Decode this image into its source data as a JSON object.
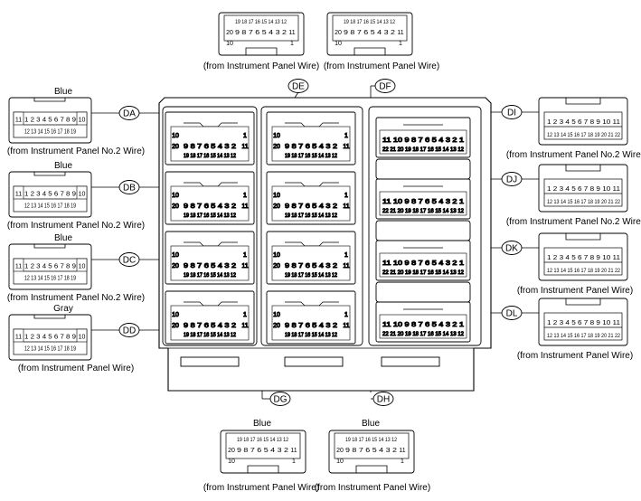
{
  "connectors": {
    "DA": {
      "code": "DA",
      "color": "Blue",
      "from": "(from Instrument Panel No.2 Wire)"
    },
    "DB": {
      "code": "DB",
      "color": "Blue",
      "from": "(from Instrument Panel No.2 Wire)"
    },
    "DC": {
      "code": "DC",
      "color": "Blue",
      "from": "(from Instrument Panel No.2 Wire)"
    },
    "DD": {
      "code": "DD",
      "color": "Gray",
      "from": "(from Instrument Panel Wire)"
    },
    "DE": {
      "code": "DE",
      "from": "(from Instrument Panel Wire)"
    },
    "DF": {
      "code": "DF",
      "from": "(from Instrument Panel Wire)"
    },
    "DG": {
      "code": "DG",
      "color": "Blue",
      "from": "(from Instrument Panel Wire)"
    },
    "DH": {
      "code": "DH",
      "color": "Blue",
      "from": "(from Instrument Panel Wire)"
    },
    "DI": {
      "code": "DI",
      "from": "(from Instrument Panel No.2 Wire)"
    },
    "DJ": {
      "code": "DJ",
      "from": "(from Instrument Panel No.2 Wire)"
    },
    "DK": {
      "code": "DK",
      "from": "(from Instrument Panel Wire)"
    },
    "DL": {
      "code": "DL",
      "from": "(from Instrument Panel Wire)"
    }
  },
  "pins": {
    "left_top": "1 2 3 4 5 6 7 8 9",
    "left_bottom": "12 13 14 15 16 17 18 19",
    "left_end_top": "10",
    "left_start": "11",
    "top_row_a": "19 18 17 16 15 14 13 12",
    "top_row_b": "9 8 7 6 5 4 3 2",
    "top_20": "20",
    "top_10": "10",
    "top_11": "11",
    "top_1": "1",
    "right_top": "1 2 3 4 5 6 7 8 9 10 11",
    "right_bottom": "12 13 14 15 16 17 18 19 20 21 22",
    "box_a_top": "9 8 7 6 5 4 3 2",
    "box_a_bottom": "19 18 17 16 15 14 13 12",
    "box_b_top": "11 10 9 8 7 6 5 4 3 2 1",
    "box_b_bottom": "22 21 20 19 18 17 16 15 14 13 12"
  }
}
